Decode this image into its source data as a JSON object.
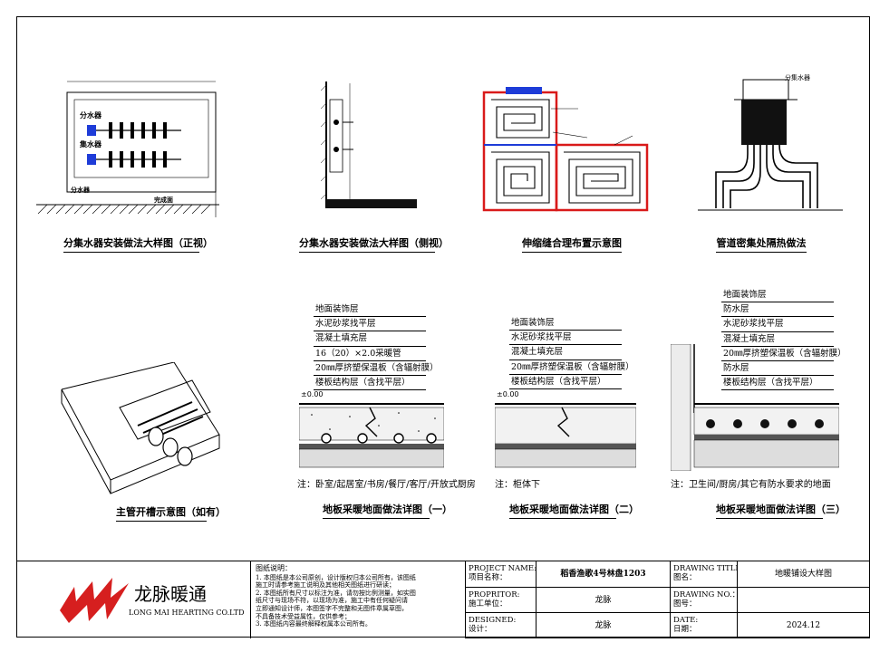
{
  "captions": {
    "p1": "分集水器安装做法大样图（正视）",
    "p2": "分集水器安装做法大样图（侧视）",
    "p3": "伸缩缝合理布置示意图",
    "p4": "管道密集处隔热做法",
    "p5": "主管开槽示意图（如有）",
    "p6": "地板采暖地面做法详图（一）",
    "p7": "地板采暖地面做法详图（二）",
    "p8": "地板采暖地面做法详图（三）"
  },
  "labels": {
    "fen": "分水器",
    "ji": "集水器",
    "fen2": "分水器",
    "wanc": "完成面",
    "fenjishuiqi": "分集水器",
    "level": "±0.00"
  },
  "layers": {
    "d1": [
      "地面装饰层",
      "水泥砂浆找平层",
      "混凝土填充层",
      "16（20）×2.0采暖管",
      "20㎜厚挤塑保温板（含辐射膜）",
      "楼板结构层（含找平层）"
    ],
    "d2": [
      "地面装饰层",
      "水泥砂浆找平层",
      "混凝土填充层",
      "20㎜厚挤塑保温板（含辐射膜）",
      "楼板结构层（含找平层）"
    ],
    "d3": [
      "地面装饰层",
      "防水层",
      "水泥砂浆找平层",
      "混凝土填充层",
      "20㎜厚挤塑保温板（含辐射膜）",
      "防水层",
      "楼板结构层（含找平层）"
    ]
  },
  "notes": {
    "d1": "注：卧室/起居室/书房/餐厅/客厅/开放式厨房",
    "d2": "注：柜体下",
    "d3": "注：卫生间/厨房/其它有防水要求的地面"
  },
  "titleblock": {
    "logo_cn": "龙脉暖通",
    "logo_en": "LONG MAI HEARTING CO.LTD",
    "notes_title": "图纸说明：",
    "notes_lines": [
      "1. 本图纸是本公司原创，设计版权归本公司所有，该图纸",
      "   施工时请参考施工说明及其他相关图纸进行研读；",
      "2. 本图纸所有尺寸以标注为准，请勿按比例测量，如实图",
      "   纸尺寸与现场不符，以现场为准，施工中有任何疑问请",
      "   立即通知设计师，本图签字不完整和无图件章属草图，",
      "   不具备技术受益属性，仅供参考；",
      "3. 本图纸内容最终解释权属本公司所有。"
    ],
    "project_label": "PROJECT NAME:\n项目名称：",
    "project_value": "稻香渔歌4号林盘1203",
    "proprietor_label": "PROPRITOR:\n施工单位：",
    "proprietor_value": "龙脉",
    "designed_label": "DESIGNED:\n设计：",
    "designed_value": "龙脉",
    "drawing_title_label": "DRAWING TITLE:\n图名：",
    "drawing_title_value": "地暖铺设大样图",
    "drawing_no_label": "DRAWING NO.：\n图号：",
    "drawing_no_value": "",
    "date_label": "DATE:\n日期：",
    "date_value": "2024.12"
  },
  "colors": {
    "red": "#d91a1a",
    "blue": "#1e3cd8",
    "logo_red": "#d61f1f"
  }
}
